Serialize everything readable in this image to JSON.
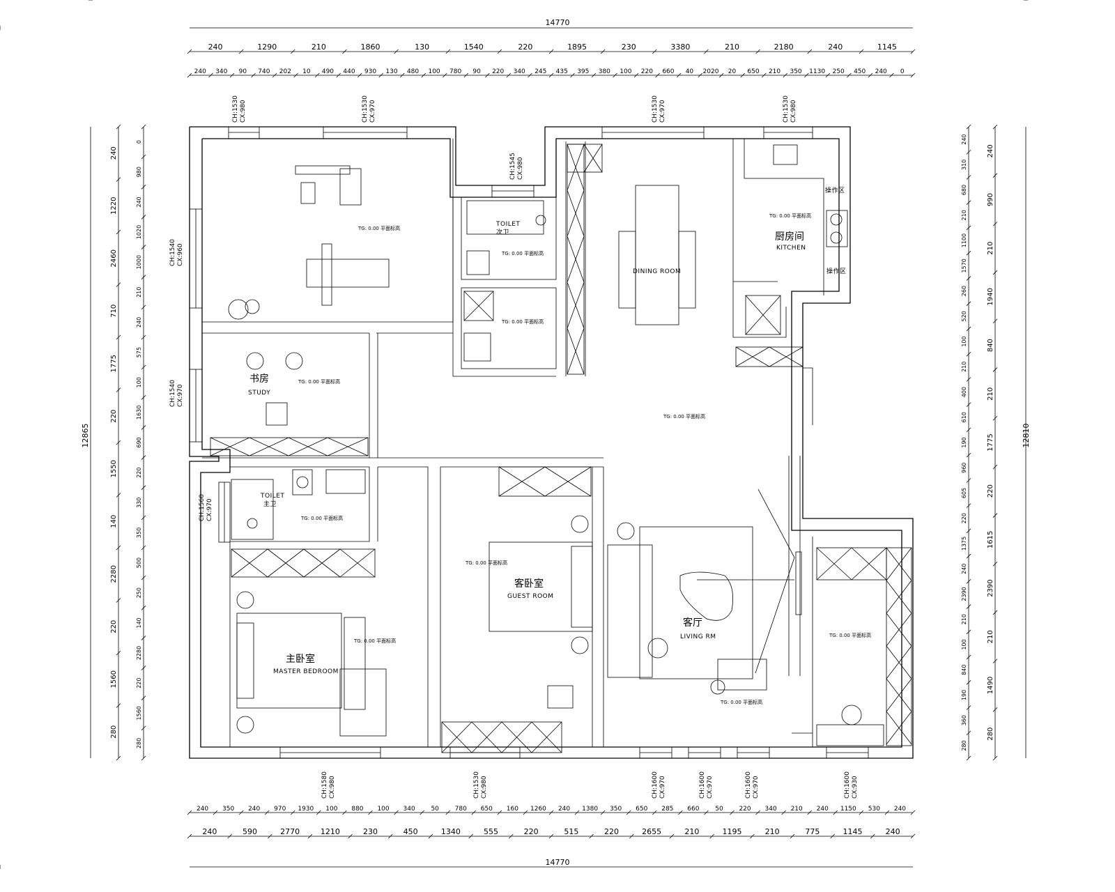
{
  "dimensions": {
    "total_top": "14770",
    "total_bottom": "14770",
    "total_left": "12865",
    "total_right": "12810",
    "top_row1": [
      "240",
      "1290",
      "210",
      "1860",
      "130",
      "1540",
      "220",
      "1895",
      "230",
      "3380",
      "210",
      "2180",
      "240",
      "1145"
    ],
    "top_row2": [
      "240",
      "340",
      "90",
      "740",
      "202",
      "10",
      "490",
      "440",
      "930",
      "130",
      "480",
      "100",
      "780",
      "90",
      "220",
      "340",
      "245",
      "435",
      "395",
      "380",
      "100",
      "220",
      "660",
      "40",
      "2020",
      "20",
      "650",
      "210",
      "350",
      "1130",
      "250",
      "450",
      "240",
      "0"
    ],
    "bottom_row1": [
      "240",
      "350",
      "240",
      "970",
      "1930",
      "100",
      "880",
      "100",
      "340",
      "50",
      "780",
      "650",
      "160",
      "1260",
      "240",
      "1380",
      "350",
      "650",
      "285",
      "660",
      "50",
      "220",
      "340",
      "210",
      "240",
      "1150",
      "530",
      "240"
    ],
    "bottom_row2": [
      "240",
      "590",
      "2770",
      "1210",
      "230",
      "450",
      "1340",
      "555",
      "220",
      "515",
      "220",
      "2655",
      "210",
      "1195",
      "210",
      "775",
      "1145",
      "240"
    ],
    "left_outer": [
      "240",
      "1220",
      "2460",
      "710",
      "1775",
      "220",
      "1550",
      "140",
      "2280",
      "220",
      "1560",
      "280"
    ],
    "left_inner": [
      "0",
      "980",
      "240",
      "1020",
      "1000",
      "210",
      "240",
      "575",
      "100",
      "1630",
      "690",
      "220",
      "330",
      "350",
      "500",
      "250",
      "140",
      "2280",
      "220",
      "1560",
      "280"
    ],
    "right_inner": [
      "240",
      "310",
      "680",
      "210",
      "1100",
      "1570",
      "260",
      "520",
      "100",
      "210",
      "400",
      "610",
      "190",
      "960",
      "605",
      "220",
      "1375",
      "240",
      "2390",
      "210",
      "100",
      "840",
      "190",
      "360",
      "280"
    ],
    "right_outer": [
      "240",
      "990",
      "210",
      "1940",
      "840",
      "210",
      "1775",
      "220",
      "1615",
      "2390",
      "210",
      "1490",
      "280"
    ]
  },
  "window_notes": {
    "top_1": [
      "CH:1530",
      "CX:980"
    ],
    "top_2": [
      "CH:1530",
      "CX:970"
    ],
    "top_3": [
      "CH:1530",
      "CX:970"
    ],
    "top_4": [
      "CH:1530",
      "CX:980"
    ],
    "toilet_top": [
      "CH:1545",
      "CX:980"
    ],
    "left_1": [
      "CH:1540",
      "CX:960"
    ],
    "left_2": [
      "CH:1540",
      "CX:970"
    ],
    "left_3": [
      "CH:1560",
      "CX:970"
    ],
    "bottom_1": [
      "CH:1580",
      "CX:980"
    ],
    "bottom_2": [
      "CH:1530",
      "CX:980"
    ],
    "bottom_3": [
      "CH:1600",
      "CX:970"
    ],
    "bottom_4": [
      "CH:1600",
      "CX:970"
    ],
    "bottom_5": [
      "CH:1600",
      "CX:970"
    ],
    "bottom_6": [
      "CH:1600",
      "CX:930"
    ]
  },
  "rooms": {
    "study_cn": "书房",
    "study_en": "STUDY",
    "toilet1_en": "TOILET",
    "toilet1_cn": "次卫",
    "toilet2_en": "TOILET",
    "toilet2_cn": "主卫",
    "dining_en": "DINING ROOM",
    "kitchen_cn": "厨房间",
    "kitchen_en": "KITCHEN",
    "kitchen_op1": "操作区",
    "kitchen_op2": "操作区",
    "guest_cn": "客卧室",
    "guest_en": "GUEST ROOM",
    "master_cn": "主卧室",
    "master_en": "MASTER BEDROOM",
    "living_cn": "客厅",
    "living_en": "LIVING RM"
  },
  "floor_note": "TG: 0.00 平面标高"
}
